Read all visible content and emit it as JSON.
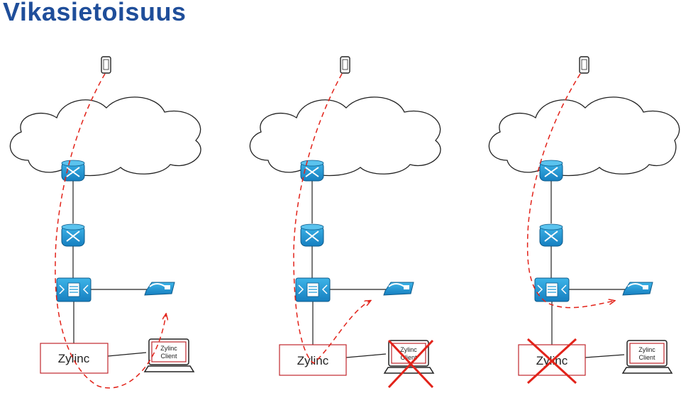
{
  "title": "Vikasietoisuus",
  "colors": {
    "title": "#1f4e9a",
    "device_blue": "#1f9bd7",
    "path_red": "#e2231a",
    "fail_red": "#e2231a",
    "box_border": "#c0272d"
  },
  "scenarios": [
    {
      "server_label": "Zylinc",
      "client_label_line1": "Zylinc",
      "client_label_line2": "Client",
      "server_failed": false,
      "client_failed": false
    },
    {
      "server_label": "Zylinc",
      "client_label_line1": "Zylinc",
      "client_label_line2": "Client",
      "server_failed": false,
      "client_failed": true
    },
    {
      "server_label": "Zylinc",
      "client_label_line1": "Zylinc",
      "client_label_line2": "Client",
      "server_failed": true,
      "client_failed": false
    }
  ],
  "icons": [
    "mobile-phone-icon",
    "cloud-icon",
    "router-icon",
    "switch-icon",
    "ip-phone-icon",
    "laptop-icon",
    "fail-x-icon"
  ]
}
